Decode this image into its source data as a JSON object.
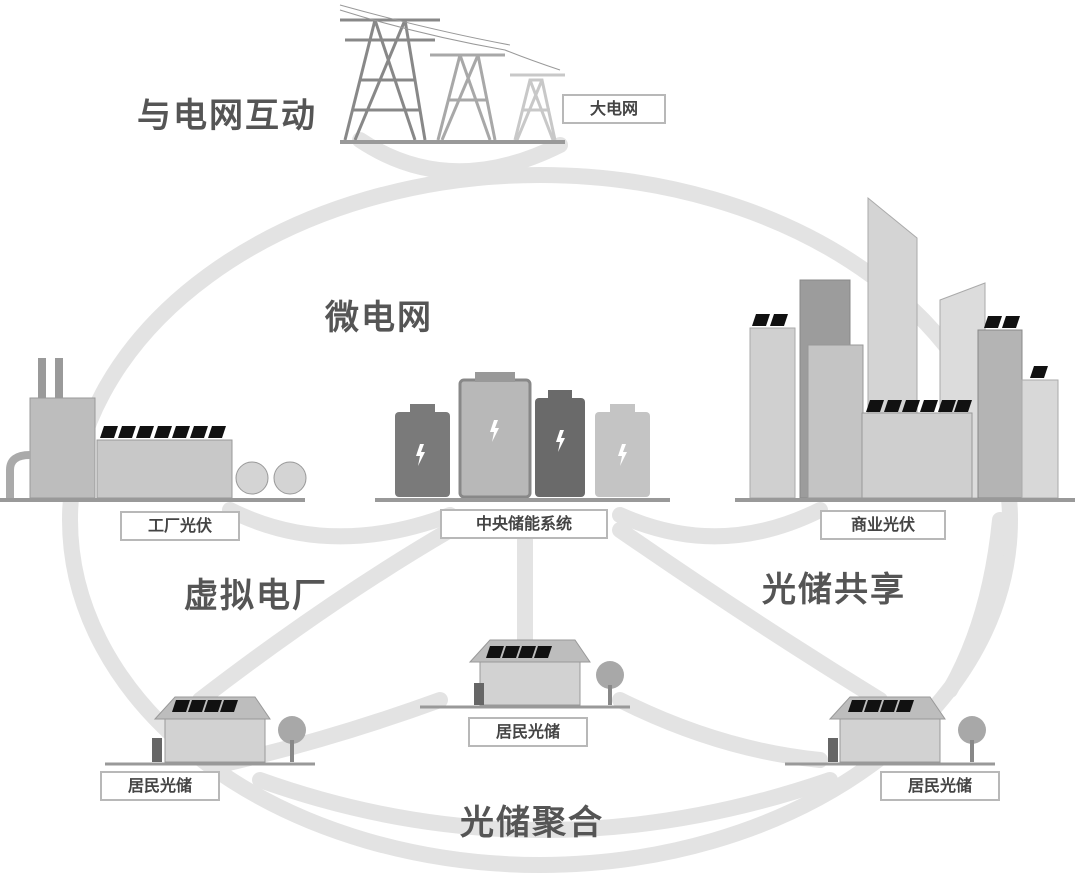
{
  "labels": {
    "grid_interaction": "与电网互动",
    "microgrid": "微电网",
    "virtual_power_plant": "虚拟电厂",
    "pv_storage_sharing": "光储共享",
    "pv_storage_aggregation": "光储聚合"
  },
  "nodes": {
    "main_grid": "大电网",
    "factory_pv": "工厂光伏",
    "central_storage": "中央储能系统",
    "commercial_pv": "商业光伏",
    "residential_left": "居民光储",
    "residential_center": "居民光储",
    "residential_right": "居民光储"
  },
  "icons": [
    "transmission-tower-icon",
    "factory-icon",
    "battery-icon",
    "city-buildings-icon",
    "house-icon",
    "tree-icon",
    "solar-panel-icon",
    "lightning-icon"
  ],
  "colors": {
    "arc": "#e2e2e2",
    "text": "#555555",
    "dark_gray": "#7a7a7a",
    "light_gray": "#d0d0d0"
  }
}
